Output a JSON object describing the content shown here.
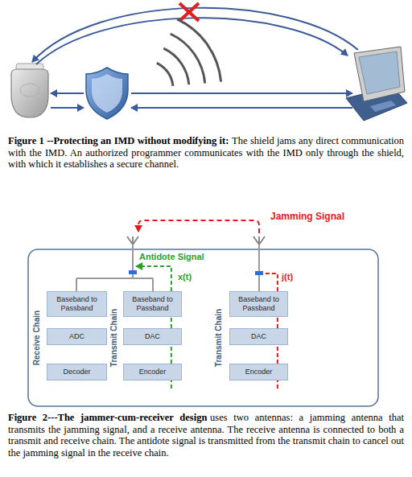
{
  "diagram": {
    "nodes": [
      {
        "text": [
          "Baseband to Passband"
        ]
      },
      {
        "text": [
          "ADC"
        ]
      },
      {
        "text": [
          "Decoder"
        ]
      },
      {
        "text": [
          "Baseband to Passband"
        ]
      },
      {
        "text": [
          "DAC"
        ]
      },
      {
        "text": [
          "Encoder"
        ]
      },
      {
        "text": [
          "Baseband to Passband"
        ]
      },
      {
        "text": [
          "DAC"
        ]
      },
      {
        "text": [
          "Encoder"
        ]
      }
    ],
    "edges": [
      {
        "from": 5,
        "to": 4,
        "arrow": "none"
      },
      {
        "from": 4,
        "to": 3,
        "arrow": "none"
      },
      {
        "from": 8,
        "to": 7,
        "arrow": "none"
      },
      {
        "from": 7,
        "to": 6,
        "arrow": "none"
      }
    ],
    "labels": [
      "Figure 1 --Protecting an IMD without modifying it:",
      "The shield jams any direct communication with the IMD. An authorized programmer communicates with the IMD only through the shield, with which it establishes a secure channel.",
      "Jamming Signal",
      "Antidote Signal",
      "x(t)",
      "j(t)",
      "Receive Chain",
      "Transmit Chain",
      "Transmit Chain",
      "Figure 2---The jammer-cum-receiver design",
      "uses two antennas: a jamming antenna that transmits the jamming signal, and a receive antenna. The receive antenna is connected to both a transmit and receive chain. The antidote signal is transmitted from the transmit chain to cancel out the jamming signal in the receive chain."
    ]
  }
}
